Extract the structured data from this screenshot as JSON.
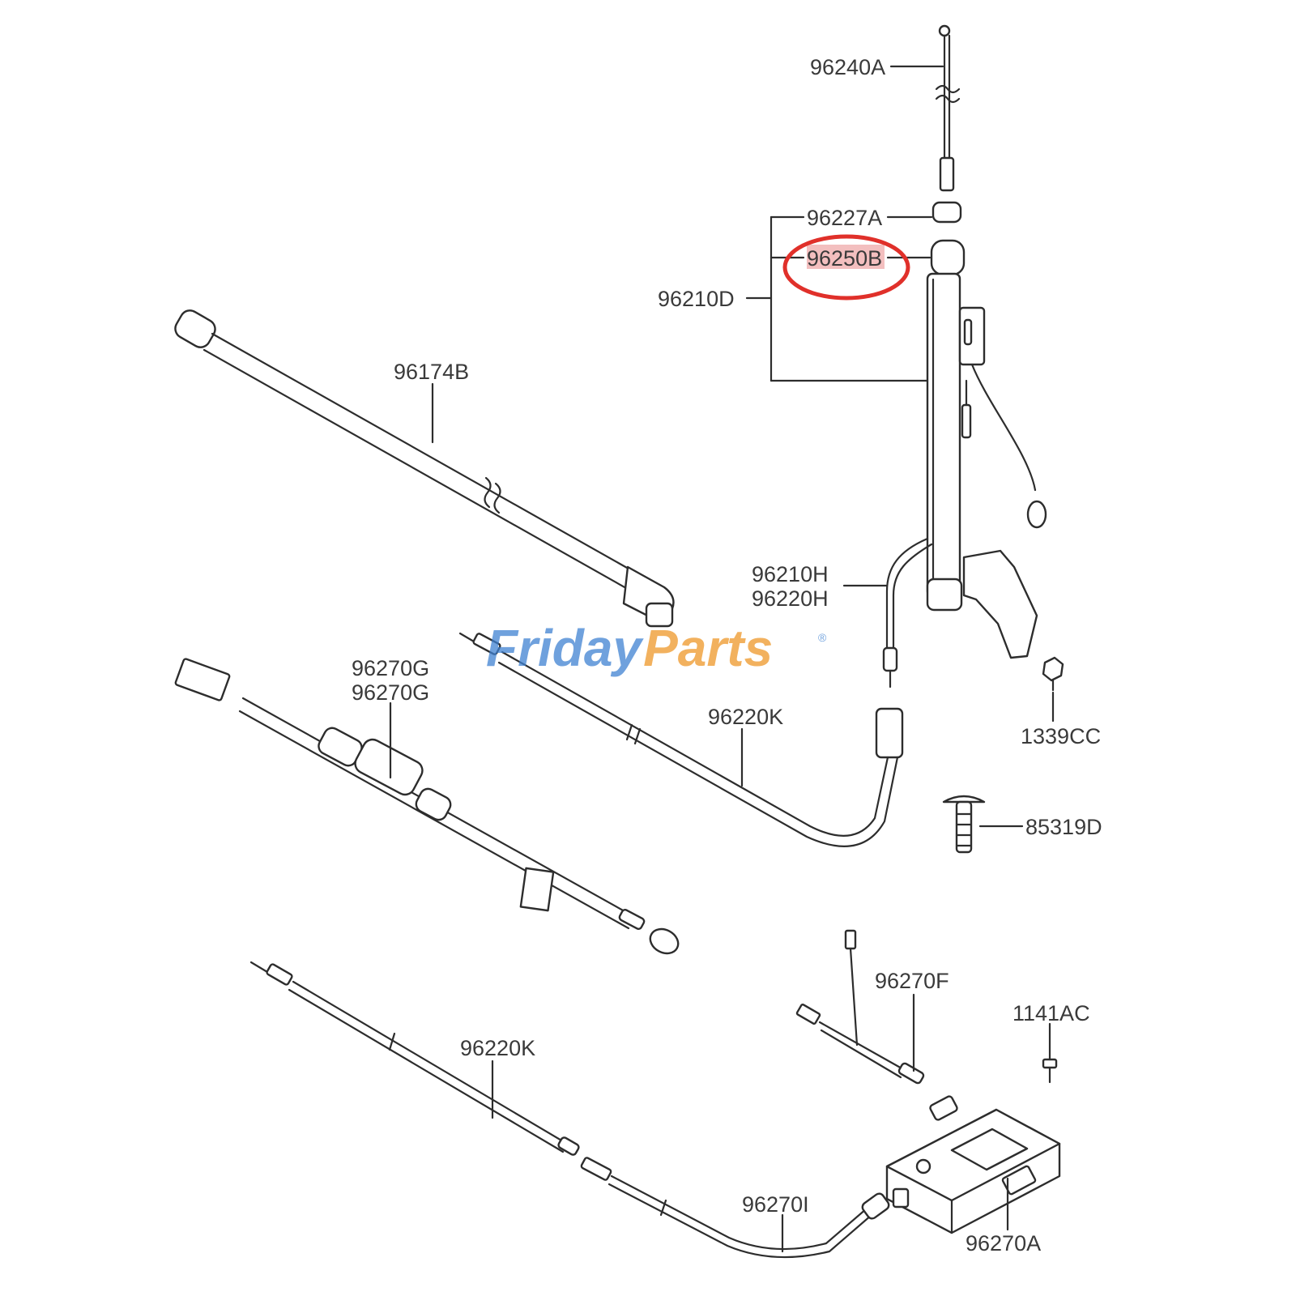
{
  "callouts": {
    "p96240A": "96240A",
    "p96227A": "96227A",
    "p96250B": "96250B",
    "p96210D": "96210D",
    "p96174B": "96174B",
    "p96210H": "96210H",
    "p96220H": "96220H",
    "p96270G_1": "96270G",
    "p96270G_2": "96270G",
    "p96220K_1": "96220K",
    "p1339CC": "1339CC",
    "p85319D": "85319D",
    "p96270F": "96270F",
    "p1141AC": "1141AC",
    "p96220K_2": "96220K",
    "p96270I": "96270I",
    "p96270A": "96270A"
  },
  "watermark": {
    "part1": "Friday",
    "part2": "Parts",
    "mark": "®"
  },
  "colors": {
    "highlight_ring": "#e0302a",
    "watermark_blue": "#3f82d2",
    "watermark_orange": "#f0a442"
  }
}
